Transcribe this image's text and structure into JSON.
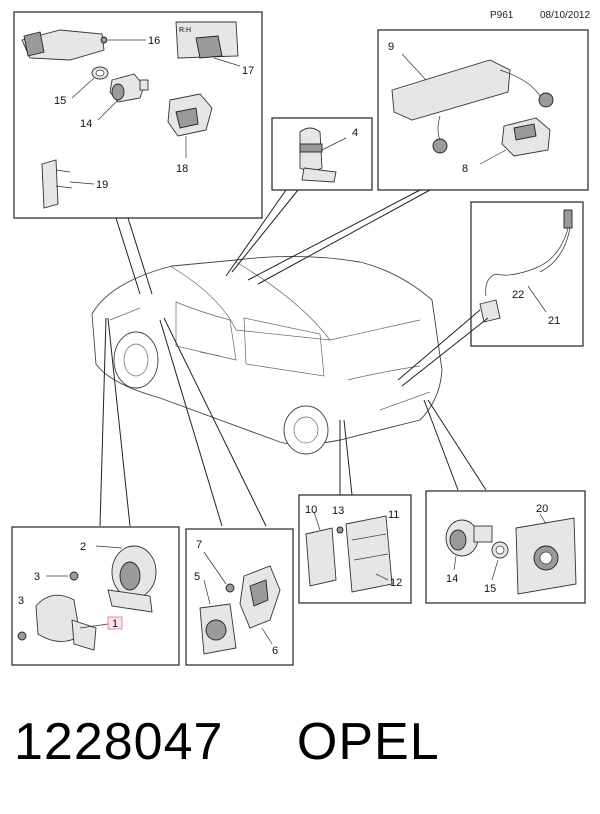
{
  "header": {
    "code": "P961",
    "date": "08/10/2012"
  },
  "footer": {
    "part_number": "1228047",
    "brand": "OPEL"
  },
  "labels": {
    "l1": "1",
    "l2": "2",
    "l3a": "3",
    "l3b": "3",
    "l4": "4",
    "l5": "5",
    "l6": "6",
    "l7": "7",
    "l8": "8",
    "l9": "9",
    "l10": "10",
    "l11": "11",
    "l12": "12",
    "l13": "13",
    "l14a": "14",
    "l14b": "14",
    "l15a": "15",
    "l15b": "15",
    "l16": "16",
    "l17": "17",
    "l18": "18",
    "l19": "19",
    "l20": "20",
    "l21": "21",
    "l22": "22"
  },
  "part_text": {
    "rh_tag": "R:H"
  }
}
